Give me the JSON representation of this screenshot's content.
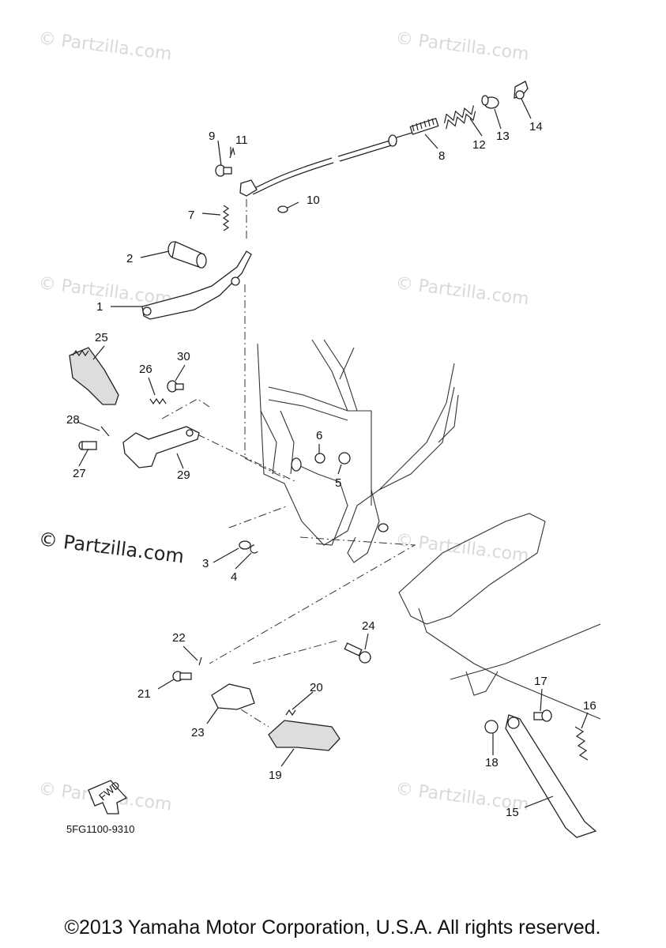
{
  "watermark_text": "© Partzilla.com",
  "diagram_code": "5FG1100-9310",
  "fwd_label": "FWD",
  "copyright": "©2013 Yamaha Motor Corporation, U.S.A. All rights reserved.",
  "callouts": {
    "c1": "1",
    "c2": "2",
    "c3": "3",
    "c4": "4",
    "c5": "5",
    "c6": "6",
    "c7": "7",
    "c8": "8",
    "c9": "9",
    "c10": "10",
    "c11": "11",
    "c12": "12",
    "c13": "13",
    "c14": "14",
    "c15": "15",
    "c16": "16",
    "c17": "17",
    "c18": "18",
    "c19": "19",
    "c20": "20",
    "c21": "21",
    "c22": "22",
    "c23": "23",
    "c24": "24",
    "c25": "25",
    "c26": "26",
    "c27": "27",
    "c28": "28",
    "c29": "29",
    "c30": "30"
  }
}
